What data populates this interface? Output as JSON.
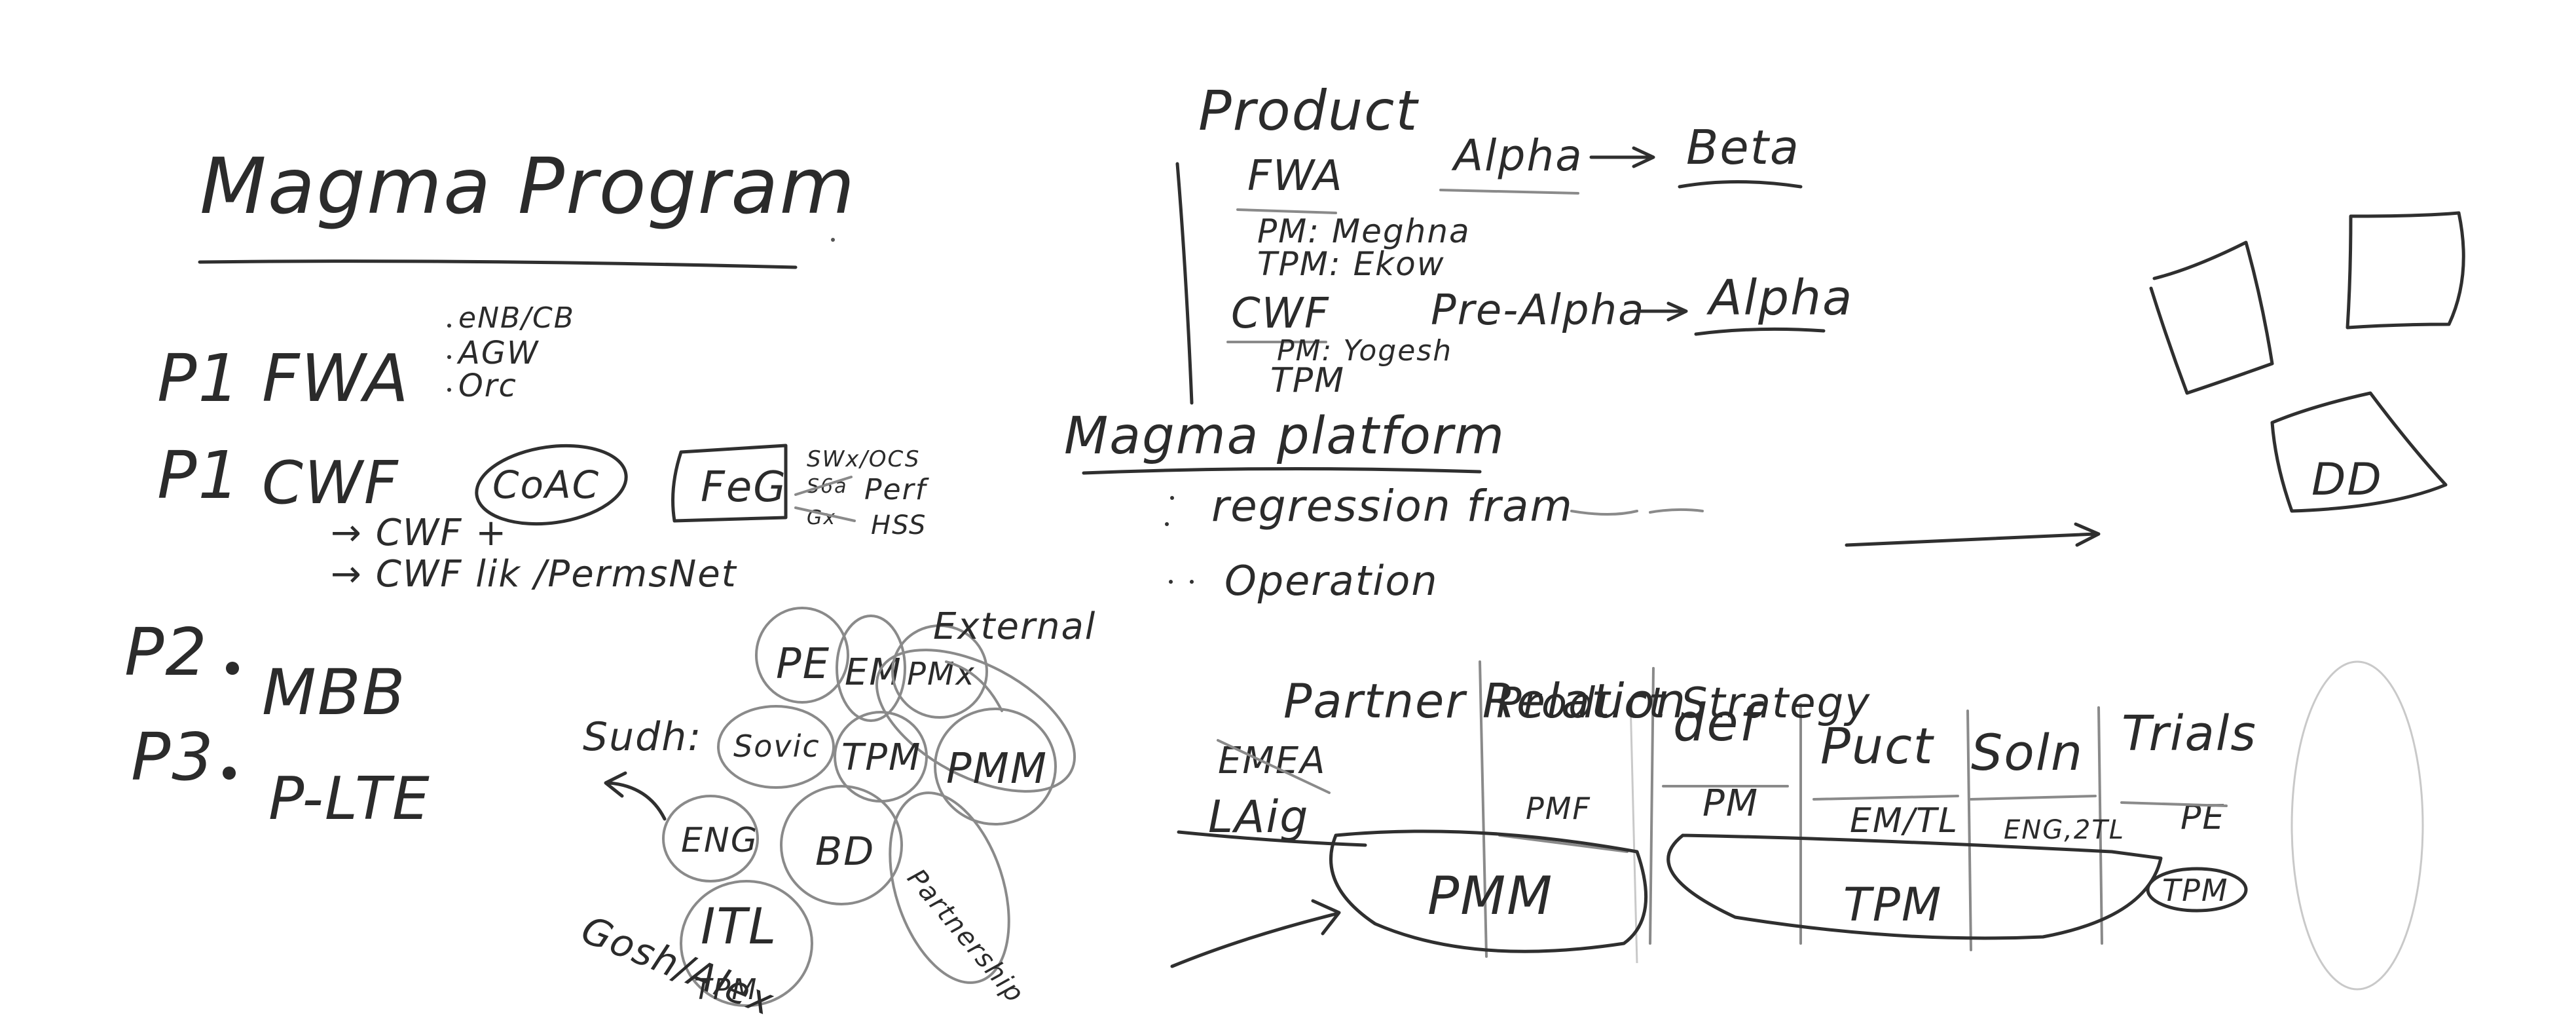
{
  "board": {
    "title": "Magma Program",
    "priorities": {
      "fwa": {
        "priority": "P1",
        "name": "FWA",
        "notes": [
          "eNB/CB",
          "AGW",
          "Orc"
        ]
      },
      "cwf": {
        "priority": "P1",
        "name": "CWF",
        "circled": "CoAC",
        "boxed": "FeG",
        "side_notes": [
          "SWx/OCS",
          "S6a",
          "Perf",
          "Gx",
          "HSS"
        ],
        "subitems": [
          "→ CWF +",
          "→ CWF lik /PermsNet"
        ]
      },
      "mbb": {
        "priority": "P2",
        "name": "MBB"
      },
      "plte": {
        "priority": "P3",
        "name": "P-LTE"
      }
    },
    "clusters": {
      "roles": [
        "PE",
        "EM",
        "PMx",
        "Sovic",
        "TPM",
        "PMM",
        "ENG",
        "BD",
        "Partnership",
        "ITL",
        "TPM"
      ],
      "labels": [
        "External",
        "Sudh:",
        "Gosh/Alex"
      ]
    },
    "product": {
      "heading": "Product",
      "fwa": {
        "name": "FWA",
        "from": "Alpha",
        "to": "Beta",
        "pm": "PM: Meghna",
        "tpm": "TPM: Ekow"
      },
      "cwf": {
        "name": "CWF",
        "from": "Pre-Alpha",
        "to": "Alpha",
        "pm": "PM: Yogesh",
        "tpm": "TPM"
      }
    },
    "platform": {
      "heading": "Magma platform",
      "items": [
        "regression fram",
        "Operation"
      ]
    },
    "columns": [
      {
        "title": "Partner Relation",
        "extra": [
          "EMEA",
          "LAig"
        ]
      },
      {
        "title": "Product Strategy",
        "role": "PMF"
      },
      {
        "title": "def",
        "role": "PM"
      },
      {
        "title": "Puct",
        "role": "EM/TL"
      },
      {
        "title": "Soln",
        "role": "ENG,2TL"
      },
      {
        "title": "Trials",
        "role": "PE",
        "circled_role": "TPM"
      }
    ],
    "bottom_spans": [
      "PMM",
      "TPM"
    ],
    "logo_text": "DD"
  }
}
